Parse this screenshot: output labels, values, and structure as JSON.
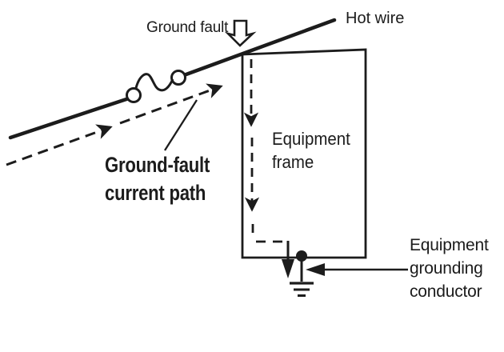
{
  "diagram": {
    "background_color": "#ffffff",
    "ink_color": "#1c1c1c",
    "labels": {
      "ground_fault": "Ground fault",
      "hot_wire": "Hot wire",
      "equipment_frame": [
        "Equipment",
        "frame"
      ],
      "ground_fault_current_path": [
        "Ground-fault",
        "current path"
      ],
      "equipment_grounding_conductor": [
        "Equipment",
        "grounding",
        "conductor"
      ]
    },
    "symbols": {
      "ground_fault_marker": "hollow-down-block-arrow",
      "overcurrent_device": "wavy-coil-between-two-circle-terminals",
      "earth_ground": "three-bar-ground-symbol",
      "current_path": "dashed-line-with-filled-arrowheads"
    }
  }
}
